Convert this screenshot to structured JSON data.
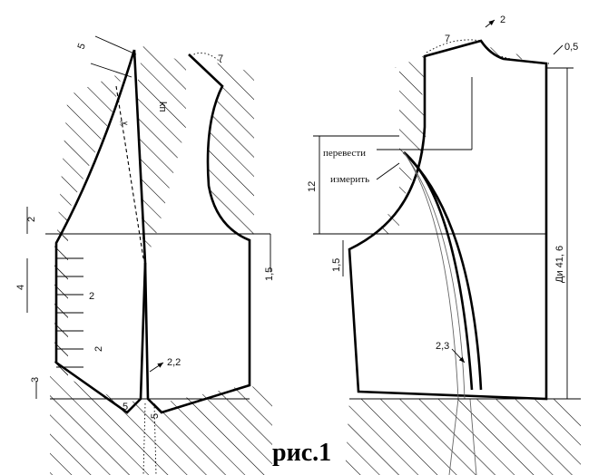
{
  "figure": {
    "caption": "рис.1",
    "labels": {
      "front_neck_5": "5",
      "grain_kp": "kп",
      "front_shoulder_7": "7",
      "front_2_top": "2",
      "front_4": "4",
      "front_2_mid": "2",
      "front_2_low": "2",
      "front_3": "3",
      "front_5_left": "5",
      "front_5_right": "5",
      "front_2_2": "2,2",
      "front_armhole_1_5": "1,5",
      "back_neck_2": "2",
      "back_shoulder_7": "7",
      "back_0_5": "0,5",
      "translate_note": "перевести",
      "measure_note": "измерить",
      "back_12": "12",
      "back_1_5": "1,5",
      "back_2_3": "2,3",
      "back_length": "Ди 41, 6"
    }
  }
}
